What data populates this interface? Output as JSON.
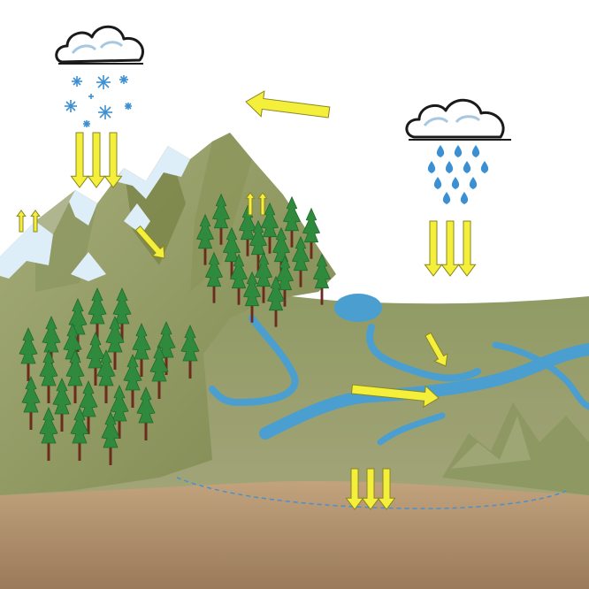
{
  "diagram": {
    "kind": "water-cycle-landscape",
    "elements": {
      "snow_cloud": {
        "icon": "snow-cloud-icon",
        "precipitation": "snowflakes"
      },
      "rain_cloud": {
        "icon": "rain-cloud-icon",
        "precipitation": "raindrops"
      },
      "mountains": {
        "snow_capped": true
      },
      "forests": {
        "count": 2
      },
      "lake": {
        "icon": "lake"
      },
      "river": {
        "icon": "river"
      },
      "groundwater": {
        "icon": "aquifer-boundary",
        "style": "dashed"
      },
      "arrows": [
        {
          "id": "snowfall",
          "direction": "down",
          "count": 3
        },
        {
          "id": "rainfall",
          "direction": "down",
          "count": 3
        },
        {
          "id": "atmospheric-transport",
          "direction": "left",
          "count": 1
        },
        {
          "id": "evaporation-left",
          "direction": "up",
          "count": 2
        },
        {
          "id": "evapotranspiration-forest",
          "direction": "up",
          "count": 2
        },
        {
          "id": "snowmelt-runoff",
          "direction": "down-right",
          "count": 1
        },
        {
          "id": "surface-runoff",
          "direction": "down-right",
          "count": 1
        },
        {
          "id": "streamflow",
          "direction": "right",
          "count": 1
        },
        {
          "id": "infiltration",
          "direction": "down",
          "count": 3
        }
      ]
    },
    "colors": {
      "arrow_fill": "#f4ef3a",
      "arrow_stroke": "#8a8620",
      "water": "#4a9fd0",
      "snow": "#ddeef8",
      "mountain": "#97a06a",
      "mountain_dark": "#737c49",
      "ground": "#9c8a6a",
      "soil": "#b29573",
      "tree_green": "#2f8a3e",
      "trunk": "#6b2b1d",
      "cloud_edge": "#1a1a1a"
    }
  }
}
